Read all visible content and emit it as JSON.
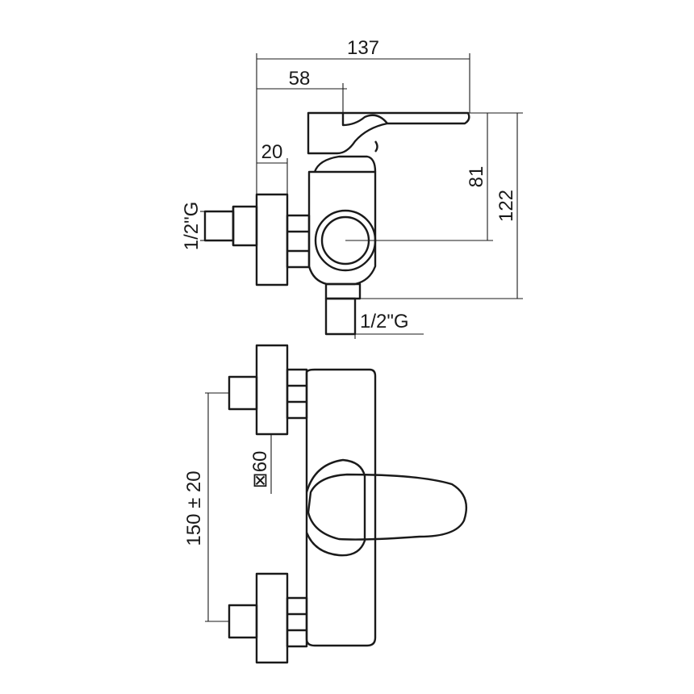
{
  "side_view": {
    "dim_overall_width": "137",
    "dim_body_offset": "58",
    "dim_flange_depth": "20",
    "dim_lever_height": "81",
    "dim_overall_height": "122",
    "inlet_thread_left": "1/2\"G",
    "outlet_thread_bottom": "1/2\"G"
  },
  "front_view": {
    "dim_center_distance": "150 ± 20",
    "dim_flange_square": "⊠60"
  }
}
